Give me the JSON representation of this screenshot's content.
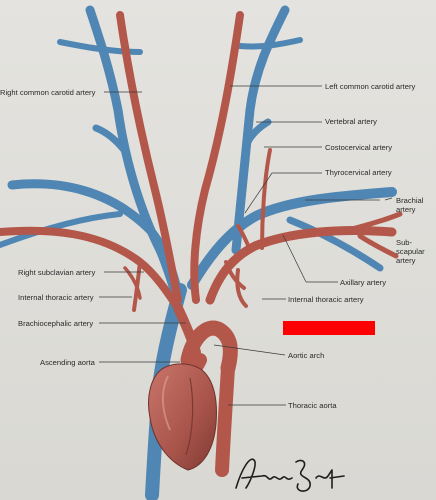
{
  "labels": {
    "right_common_carotid": "Right common carotid artery",
    "left_common_carotid": "Left common carotid artery",
    "vertebral": "Vertebral artery",
    "costocervical": "Costocervical artery",
    "thyrocervical": "Thyrocervical artery",
    "brachial": "Brachial artery",
    "subscapular": "Sub-scapular artery",
    "right_subclavian": "Right subclavian artery",
    "axillary": "Axillary artery",
    "internal_thoracic_left": "Internal thoracic artery",
    "internal_thoracic_right": "Internal thoracic artery",
    "brachiocephalic": "Brachiocephalic artery",
    "ascending_aorta": "Ascending aorta",
    "aortic_arch": "Aortic arch",
    "thoracic_aorta": "Thoracic aorta"
  },
  "colors": {
    "artery": "#b4574b",
    "artery_dark": "#8a3a32",
    "vein": "#4f86b3",
    "vein_dark": "#2f5f8c",
    "redaction": "#ff0000",
    "leader_line": "#3a3a3a"
  },
  "signature_text": "Austin Smith"
}
